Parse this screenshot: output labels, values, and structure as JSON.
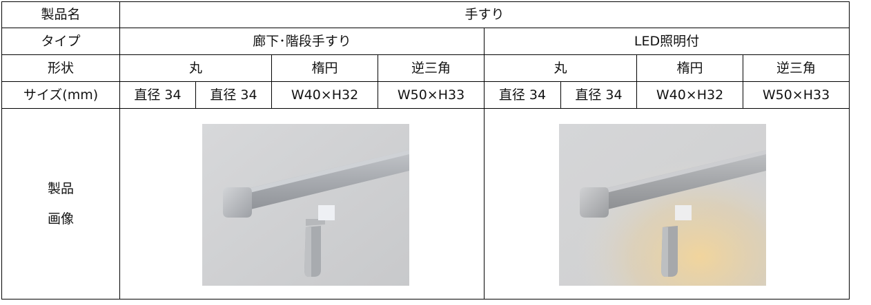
{
  "table": {
    "row_product_name": {
      "header": "製品名",
      "value": "手すり"
    },
    "row_type": {
      "header": "タイプ",
      "type_a": "廊下･階段手すり",
      "type_b": "LED照明付"
    },
    "row_shape": {
      "header": "形状",
      "a_round": "丸",
      "a_ellipse": "楕円",
      "a_triangle": "逆三角",
      "b_round": "丸",
      "b_ellipse": "楕円",
      "b_triangle": "逆三角"
    },
    "row_size": {
      "header": "サイズ(mm)",
      "cells": [
        "直径 34",
        "直径 34",
        "W40×H32",
        "W50×H33",
        "直径 34",
        "直径 34",
        "W40×H32",
        "W50×H33"
      ]
    },
    "row_image": {
      "header_line1": "製品",
      "header_line2": "画像"
    }
  },
  "images": [
    {
      "name": "handrail-photo",
      "lighting": "none"
    },
    {
      "name": "led-handrail-photo",
      "lighting": "warm-glow"
    }
  ],
  "colors": {
    "border": "#000000",
    "text": "#111111",
    "background": "#ffffff",
    "glow": "#f3d59a"
  }
}
